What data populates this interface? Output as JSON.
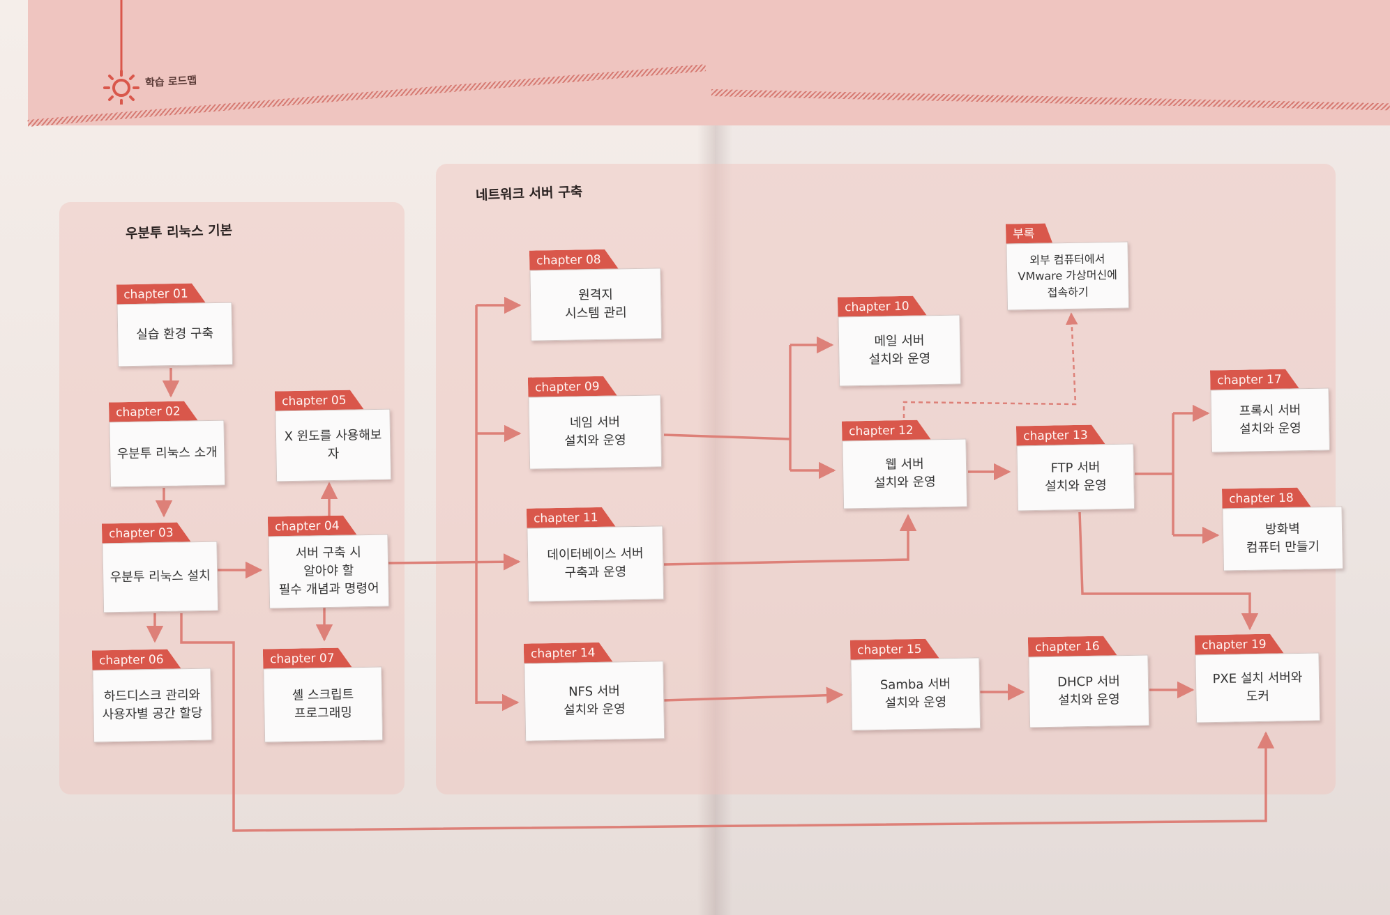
{
  "header": {
    "title": "학습 로드맵"
  },
  "sections": {
    "basic": "우분투 리눅스 기본",
    "network": "네트워크 서버 구축"
  },
  "nodes": [
    {
      "id": "ch01",
      "tab": "chapter 01",
      "text": "실습 환경 구축"
    },
    {
      "id": "ch02",
      "tab": "chapter 02",
      "text": "우분투 리눅스 소개"
    },
    {
      "id": "ch03",
      "tab": "chapter 03",
      "text": "우분투 리눅스 설치"
    },
    {
      "id": "ch04",
      "tab": "chapter 04",
      "text": "서버 구축 시\n알아야 할\n필수 개념과 명령어"
    },
    {
      "id": "ch05",
      "tab": "chapter 05",
      "text": "X 윈도를 사용해보자"
    },
    {
      "id": "ch06",
      "tab": "chapter 06",
      "text": "하드디스크 관리와\n사용자별 공간 할당"
    },
    {
      "id": "ch07",
      "tab": "chapter 07",
      "text": "셸 스크립트\n프로그래밍"
    },
    {
      "id": "ch08",
      "tab": "chapter 08",
      "text": "원격지\n시스템 관리"
    },
    {
      "id": "ch09",
      "tab": "chapter 09",
      "text": "네임 서버\n설치와 운영"
    },
    {
      "id": "ch10",
      "tab": "chapter 10",
      "text": "메일 서버\n설치와 운영"
    },
    {
      "id": "ch11",
      "tab": "chapter 11",
      "text": "데이터베이스 서버\n구축과 운영"
    },
    {
      "id": "ch12",
      "tab": "chapter 12",
      "text": "웹 서버\n설치와 운영"
    },
    {
      "id": "ch13",
      "tab": "chapter 13",
      "text": "FTP 서버\n설치와 운영"
    },
    {
      "id": "ch14",
      "tab": "chapter 14",
      "text": "NFS 서버\n설치와 운영"
    },
    {
      "id": "ch15",
      "tab": "chapter 15",
      "text": "Samba 서버\n설치와 운영"
    },
    {
      "id": "ch16",
      "tab": "chapter 16",
      "text": "DHCP 서버\n설치와 운영"
    },
    {
      "id": "ch17",
      "tab": "chapter 17",
      "text": "프록시 서버\n설치와 운영"
    },
    {
      "id": "ch18",
      "tab": "chapter 18",
      "text": "방화벽\n컴퓨터 만들기"
    },
    {
      "id": "ch19",
      "tab": "chapter 19",
      "text": "PXE 설치 서버와\n도커"
    },
    {
      "id": "appendix",
      "tab": "부록",
      "text": "외부 컴퓨터에서\nVMware 가상머신에\n접속하기"
    }
  ],
  "colors": {
    "accent": "#d9574b",
    "line": "#dd8078"
  }
}
